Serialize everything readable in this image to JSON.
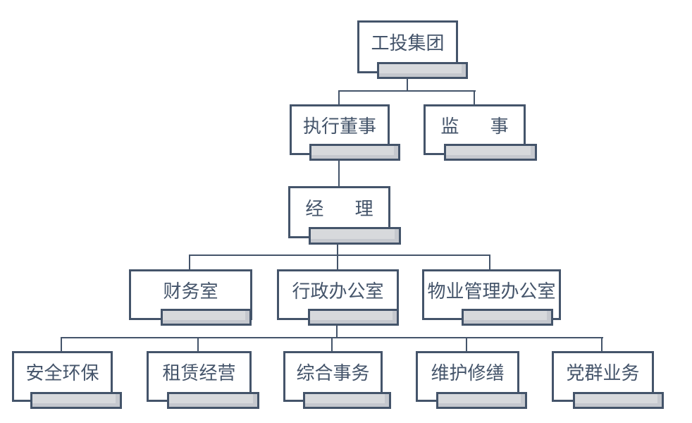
{
  "diagram_type": "org-chart",
  "colors": {
    "box_border": "#44546A",
    "text": "#44546A",
    "connector": "#44546A",
    "shadow_fill": "#D7D9DC",
    "shadow_inset": "#C5C8CE",
    "background": "#FFFFFF"
  },
  "nodes": {
    "group": {
      "label": "工投集团"
    },
    "executive_director": {
      "label": "执行董事"
    },
    "supervisor": {
      "label": "监事"
    },
    "manager": {
      "label": "经理"
    },
    "finance_office": {
      "label": "财务室"
    },
    "admin_office": {
      "label": "行政办公室"
    },
    "property_mgmt_office": {
      "label": "物业管理办公室"
    },
    "safety_env": {
      "label": "安全环保"
    },
    "leasing_ops": {
      "label": "租赁经营"
    },
    "general_affairs": {
      "label": "综合事务"
    },
    "maintenance_repair": {
      "label": "维护修缮"
    },
    "party_mass_affairs": {
      "label": "党群业务"
    }
  },
  "hierarchy": [
    {
      "parent": "group",
      "children": [
        "executive_director",
        "supervisor"
      ]
    },
    {
      "parent": "executive_director",
      "children": [
        "manager"
      ]
    },
    {
      "parent": "manager",
      "children": [
        "finance_office",
        "admin_office",
        "property_mgmt_office"
      ]
    },
    {
      "parent": "admin_office",
      "children": [
        "safety_env",
        "leasing_ops",
        "general_affairs",
        "maintenance_repair",
        "party_mass_affairs"
      ]
    }
  ]
}
